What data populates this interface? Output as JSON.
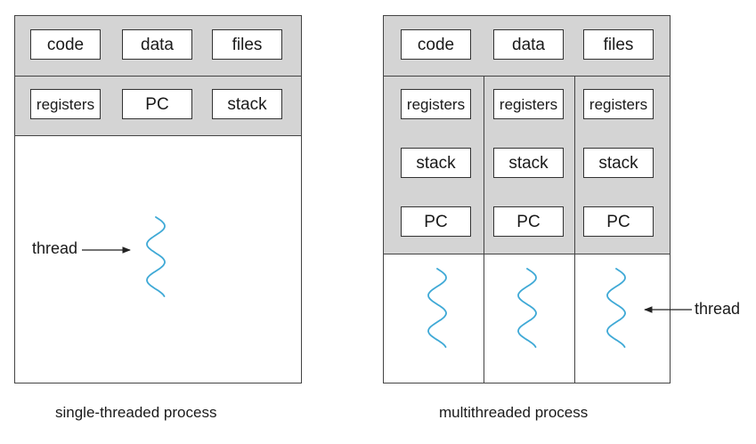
{
  "single": {
    "caption": "single-threaded process",
    "shared": [
      "code",
      "data",
      "files"
    ],
    "per_thread": [
      "registers",
      "PC",
      "stack"
    ],
    "thread_label": "thread"
  },
  "multi": {
    "caption": "multithreaded process",
    "shared": [
      "code",
      "data",
      "files"
    ],
    "threads": [
      {
        "registers": "registers",
        "stack": "stack",
        "pc": "PC"
      },
      {
        "registers": "registers",
        "stack": "stack",
        "pc": "PC"
      },
      {
        "registers": "registers",
        "stack": "stack",
        "pc": "PC"
      }
    ],
    "thread_label": "thread"
  },
  "colors": {
    "band": "#d4d4d4",
    "thread": "#3fa9d6",
    "border": "#444444"
  }
}
